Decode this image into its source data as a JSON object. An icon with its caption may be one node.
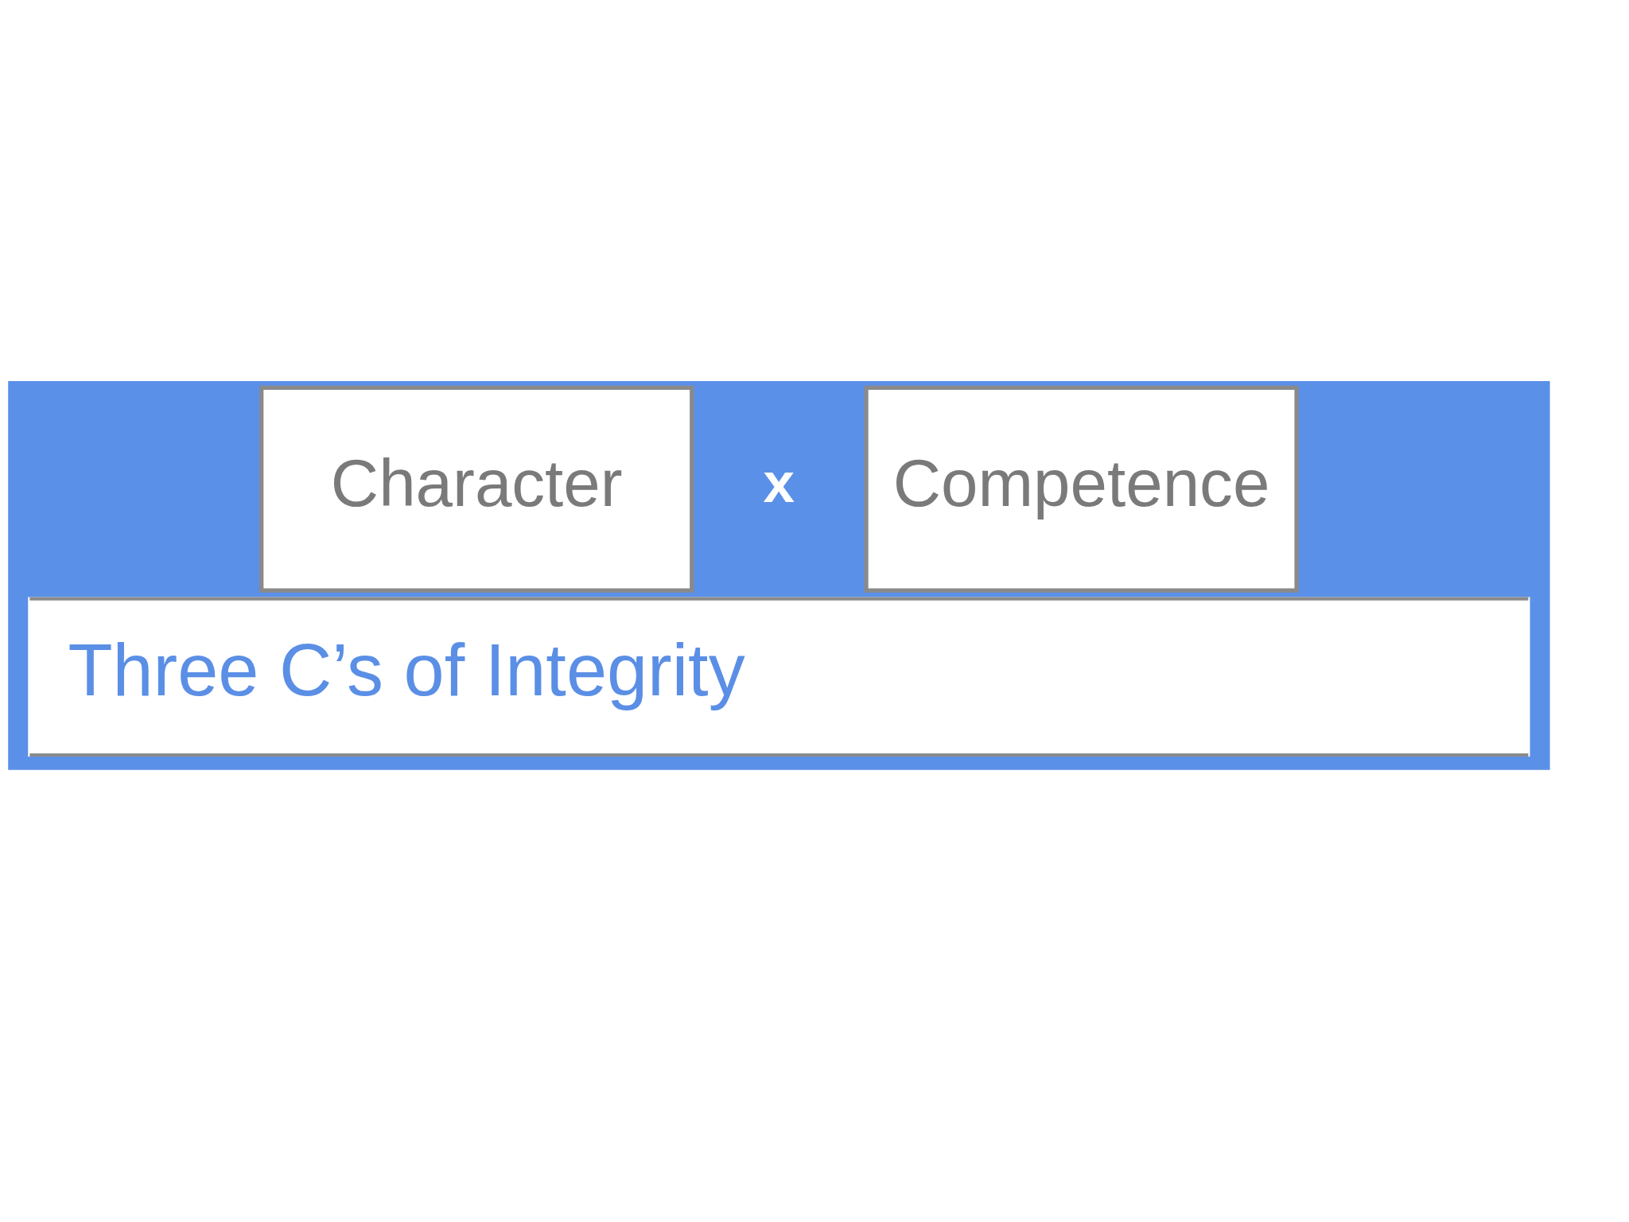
{
  "diagram": {
    "title": "Three C’s of Integrity",
    "nodes": [
      {
        "text": [
          "Character"
        ]
      },
      {
        "text": [
          "Competence"
        ]
      }
    ],
    "labels": [
      "x"
    ]
  }
}
